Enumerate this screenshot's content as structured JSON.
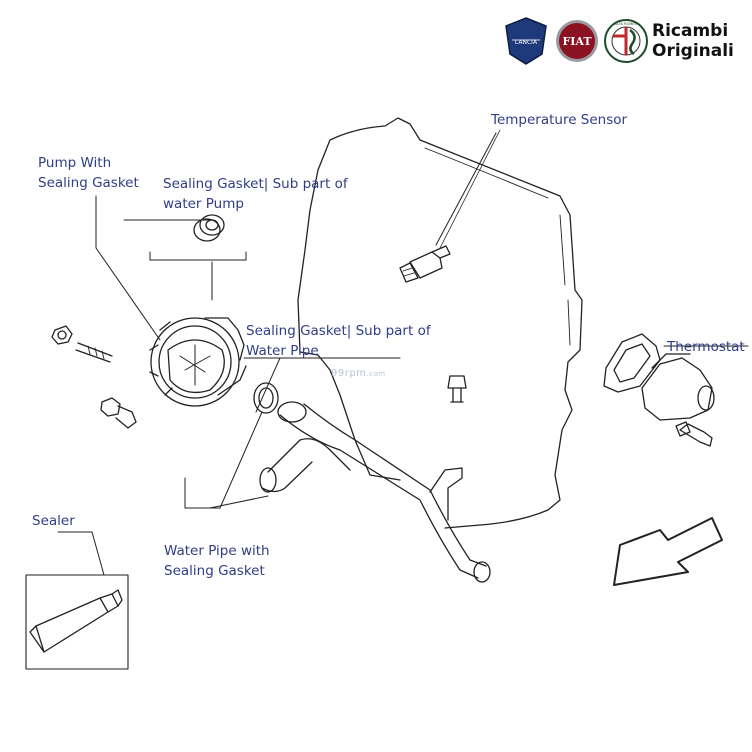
{
  "brand": {
    "line1": "Ricambi",
    "line2": "Originali"
  },
  "logos": [
    {
      "name": "lancia-logo",
      "text": "LANCIA",
      "color": "#1f3a7a"
    },
    {
      "name": "fiat-logo",
      "text": "FIAT",
      "color": "#8a1222"
    },
    {
      "name": "alfa-romeo-logo",
      "text": "ALFA ROMEO",
      "color": "#1e4b2a"
    }
  ],
  "watermark": {
    "main": "99rpm",
    "suffix": ".com"
  },
  "labels": {
    "pump_line1": "Pump With",
    "pump_line2": "Sealing Gasket",
    "gasket_pump_line1": "Sealing Gasket| Sub part of",
    "gasket_pump_line2": "water Pump",
    "temperature_sensor": "Temperature Sensor",
    "gasket_pipe_line1": "Sealing Gasket| Sub part of",
    "gasket_pipe_line2": "Water Pipe",
    "thermostat": "Thermostat",
    "sealer": "Sealer",
    "pipe_line1": "Water Pipe with",
    "pipe_line2": "Sealing Gasket"
  },
  "colors": {
    "label_text": "#2f3e86",
    "line_art": "#222222"
  }
}
